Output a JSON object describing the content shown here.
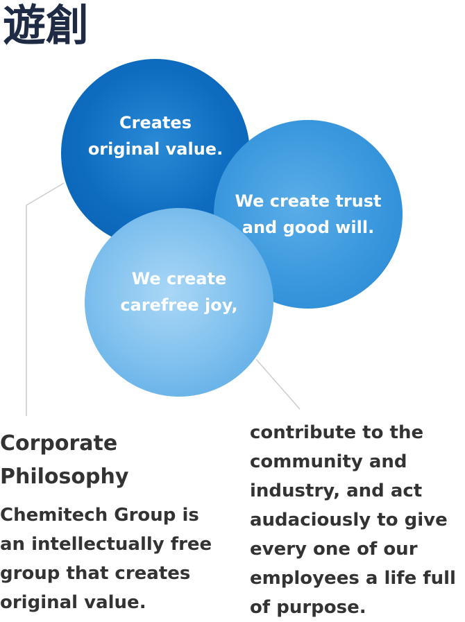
{
  "logo": {
    "text": "遊創"
  },
  "circles": {
    "original": "Creates original value.",
    "trust": "We create trust and good will.",
    "joy": "We create carefree joy,"
  },
  "section": {
    "heading": "Corporate Philosophy",
    "left_body": "Chemitech Group is an intellectually free group that creates original value.",
    "right_body": "contribute to the community and industry, and act audaciously to give every one of our employees a life full of purpose."
  },
  "colors": {
    "dark_blue": "#0e6cc0",
    "mid_blue": "#3a97dd",
    "light_blue": "#7fc0ee",
    "text": "#333333",
    "line": "#cccccc"
  }
}
